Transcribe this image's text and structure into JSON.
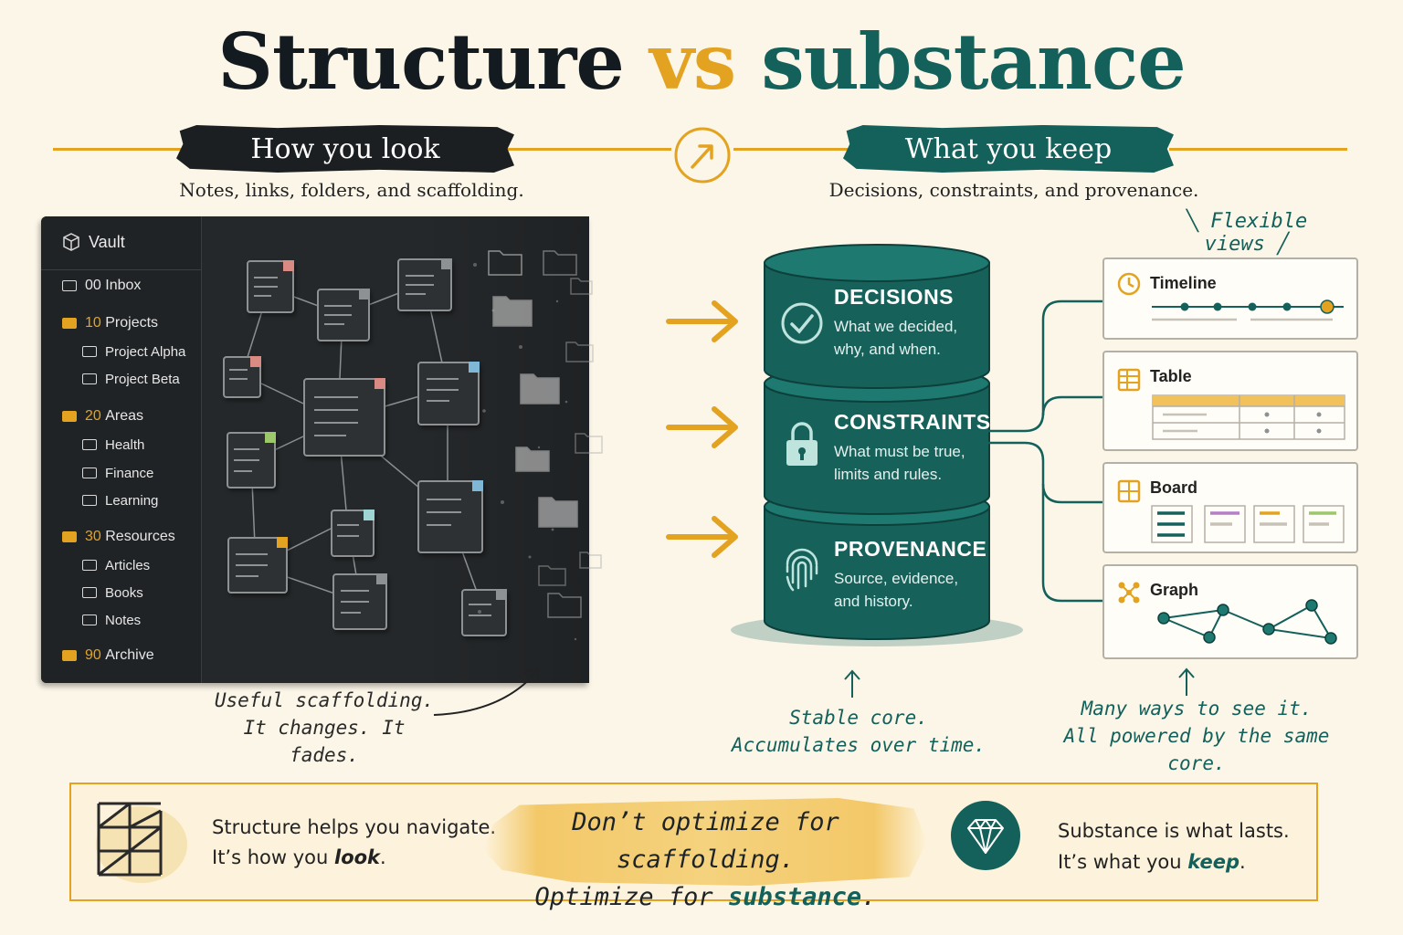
{
  "title": {
    "part1": "Structure",
    "part2": "vs",
    "part3": "substance"
  },
  "left": {
    "heading": "How you look",
    "subtitle": "Notes, links, folders, and scaffolding."
  },
  "right": {
    "heading": "What you keep",
    "subtitle": "Decisions, constraints, and provenance."
  },
  "vault": {
    "title": "Vault",
    "items": [
      {
        "label": "00 Inbox",
        "level": 0,
        "accent": false,
        "num": "00",
        "name": "Inbox"
      },
      {
        "label": "10 Projects",
        "level": 0,
        "accent": true,
        "num": "10",
        "name": "Projects"
      },
      {
        "label": "Project Alpha",
        "level": 1
      },
      {
        "label": "Project Beta",
        "level": 1
      },
      {
        "label": "20 Areas",
        "level": 0,
        "accent": true,
        "num": "20",
        "name": "Areas"
      },
      {
        "label": "Health",
        "level": 1
      },
      {
        "label": "Finance",
        "level": 1
      },
      {
        "label": "Learning",
        "level": 1
      },
      {
        "label": "30 Resources",
        "level": 0,
        "accent": true,
        "num": "30",
        "name": "Resources"
      },
      {
        "label": "Articles",
        "level": 1
      },
      {
        "label": "Books",
        "level": 1
      },
      {
        "label": "Notes",
        "level": 1
      },
      {
        "label": "90 Archive",
        "level": 0,
        "accent": true,
        "num": "90",
        "name": "Archive"
      }
    ]
  },
  "left_caption": {
    "line1": "Useful scaffolding.",
    "line2": "It changes. It fades."
  },
  "core": {
    "layers": [
      {
        "title": "DECISIONS",
        "line1": "What we decided,",
        "line2": "why, and when.",
        "icon": "check-circle-icon"
      },
      {
        "title": "CONSTRAINTS",
        "line1": "What must be true,",
        "line2": "limits and rules.",
        "icon": "lock-icon"
      },
      {
        "title": "PROVENANCE",
        "line1": "Source, evidence,",
        "line2": "and history.",
        "icon": "fingerprint-icon"
      }
    ],
    "caption_line1": "Stable core.",
    "caption_line2": "Accumulates over time."
  },
  "views": {
    "heading": "Flexible views",
    "items": [
      {
        "label": "Timeline",
        "icon": "clock-icon"
      },
      {
        "label": "Table",
        "icon": "table-icon"
      },
      {
        "label": "Board",
        "icon": "board-icon"
      },
      {
        "label": "Graph",
        "icon": "graph-icon"
      }
    ],
    "caption_line1": "Many ways to see it.",
    "caption_line2": "All powered by the same core."
  },
  "bottom": {
    "left_line1": "Structure helps you navigate.",
    "left_line2_a": "It’s how you ",
    "left_line2_b": "look",
    "left_line2_c": ".",
    "center_line1": "Don’t optimize for scaffolding.",
    "center_line2_a": "Optimize for ",
    "center_line2_b": "substance",
    "center_line2_c": ".",
    "right_line1": "Substance is what lasts.",
    "right_line2_a": "It’s what you ",
    "right_line2_b": "keep",
    "right_line2_c": "."
  },
  "colors": {
    "gold": "#e3a321",
    "teal": "#14605a",
    "dark": "#141b20",
    "cream": "#fbf6e8"
  }
}
